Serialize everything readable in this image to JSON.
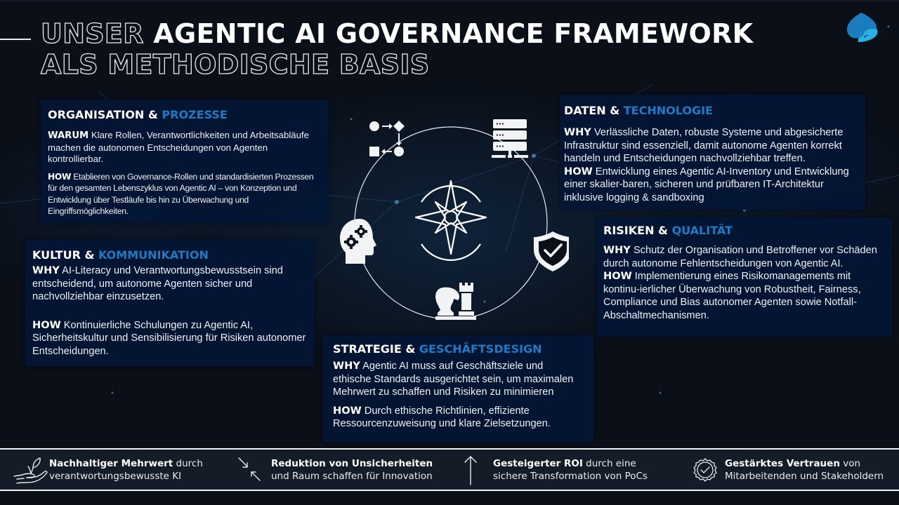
{
  "header": {
    "title_line1_outline": "UNSER ",
    "title_line1_bold": "AGENTIC AI GOVERNANCE FRAMEWORK",
    "title_line2_outline": "ALS METHODISCHE BASIS",
    "logo": "spade-logo-icon"
  },
  "colors": {
    "background": "#0a0f18",
    "panel": "#031634",
    "accent": "#1e7bc4",
    "logo_dark": "#1b7cc0",
    "logo_light": "#2ab0e4",
    "footer": "#131c27"
  },
  "panels": {
    "organisation": {
      "title": "ORGANISATION & ",
      "title_accent": "PROZESSE",
      "why_label": "WARUM",
      "why_text": " Klare Rollen, Verantwortlichkeiten und Arbeitsabläufe machen die autonomen Entscheidungen von Agenten kontrollierbar.",
      "how_label": "HOW",
      "how_text": " Etablieren von Governance-Rollen und standardisierten Prozessen für den gesamten Lebenszyklus von Agentic AI – von Konzeption und Entwicklung über Testläufe bis hin zu Überwachung und Eingriffsmöglichkeiten."
    },
    "daten": {
      "title": "DATEN & ",
      "title_accent": "TECHNOLOGIE",
      "why_label": "WHY",
      "why_text": " Verlässliche Daten, robuste Systeme und abgesicherte Infrastruktur sind essenziell, damit autonome Agenten korrekt handeln und Entscheidungen nachvollziehbar treffen.",
      "how_label": "HOW",
      "how_text": " Entwicklung eines Agentic AI-Inventory und Entwicklung einer skalier-baren, sicheren und prüfbaren IT-Architektur inklusive logging & sandboxing"
    },
    "risiken": {
      "title": "RISIKEN & ",
      "title_accent": "QUALITÄT",
      "why_label": "WHY",
      "why_text": " Schutz der Organisation und Betroffener vor Schäden durch autonome Fehlentscheidungen von Agentic AI.",
      "how_label": "HOW",
      "how_text": " Implementierung eines Risikomanagements mit kontinu-ierlicher Überwachung von Robustheit, Fairness, Compliance und Bias autonomer Agenten sowie Notfall-Abschaltmechanismen."
    },
    "kultur": {
      "title": "KULTUR & ",
      "title_accent": "KOMMUNIKATION",
      "why_label": "WHY",
      "why_text": " AI-Literacy und Verantwortungsbewusstsein sind entscheidend, um autonome Agenten sicher und nachvollziehbar einzusetzen.",
      "how_label": "HOW",
      "how_text": "  Kontinuierliche Schulungen zu Agentic AI, Sicherheitskultur und Sensibilisierung für Risiken autonomer Entscheidungen."
    },
    "strategie": {
      "title": "STRATEGIE & ",
      "title_accent": "GESCHÄFTSDESIGN",
      "why_label": "WHY",
      "why_text": "  Agentic AI muss auf Geschäftsziele und ethische Standards ausgerichtet sein, um maximalen Mehrwert zu schaffen und Risiken zu minimieren",
      "how_label": "HOW",
      "how_text": "  Durch ethische Richtlinien, effiziente Ressourcenzuweisung und klare Zielsetzungen."
    }
  },
  "diagram": {
    "center_icon": "compass-rose-icon",
    "nodes": [
      {
        "icon": "process-flow-icon",
        "position": "top-left"
      },
      {
        "icon": "server-icon",
        "position": "top-right"
      },
      {
        "icon": "shield-check-icon",
        "position": "right"
      },
      {
        "icon": "chess-pieces-icon",
        "position": "bottom"
      },
      {
        "icon": "head-gears-icon",
        "position": "left"
      }
    ]
  },
  "footer": {
    "items": [
      {
        "icon": "hand-plant-icon",
        "bold": "Nachhaltiger Mehrwert",
        "rest1": " durch",
        "line2": "verantwortungsbewusste KI"
      },
      {
        "icon": "arrows-converge-icon",
        "bold": "Reduktion von Unsicherheiten",
        "rest1": "",
        "line2": "und Raum schaffen für Innovation"
      },
      {
        "icon": "arrow-up-icon",
        "bold": "Gesteigerter ROI",
        "rest1": " durch eine",
        "line2": "sichere Transformation von PoCs"
      },
      {
        "icon": "badge-check-icon",
        "bold": "Gestärktes Vertrauen",
        "rest1": " von",
        "line2": "Mitarbeitenden und Stakeholdern"
      }
    ]
  }
}
